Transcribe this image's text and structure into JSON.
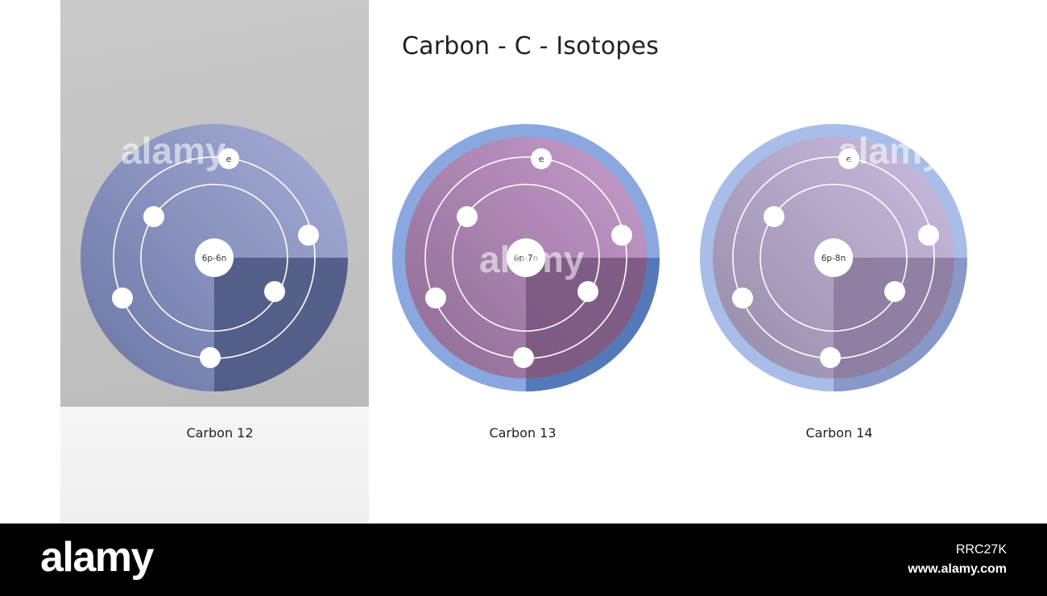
{
  "title": "Carbon - C - Isotopes",
  "isotopes": [
    {
      "label": "Carbon 12",
      "nucleus": "6p-6n",
      "electron_label": "e"
    },
    {
      "label": "Carbon 13",
      "nucleus": "6p-7n",
      "electron_label": "e"
    },
    {
      "label": "Carbon 14",
      "nucleus": "6p-8n",
      "electron_label": "e"
    }
  ],
  "colors": {
    "carbon12_light": "#959fcb",
    "carbon12_dark": "#4f5a85",
    "carbon13_ring_light": "#8aa7e0",
    "carbon13_ring_dark": "#5579b8",
    "carbon13_inner_light": "#b793bf",
    "carbon13_inner_dark": "#7a587f",
    "carbon14_ring_light": "#a8bde8",
    "carbon14_ring_dark": "#8898c8",
    "carbon14_inner_light": "#bfb0d4",
    "carbon14_inner_dark": "#8c7b9f"
  },
  "footer": {
    "logo": "alamy",
    "image_id": "RRC27K",
    "url": "www.alamy.com"
  },
  "watermark": "alamy"
}
